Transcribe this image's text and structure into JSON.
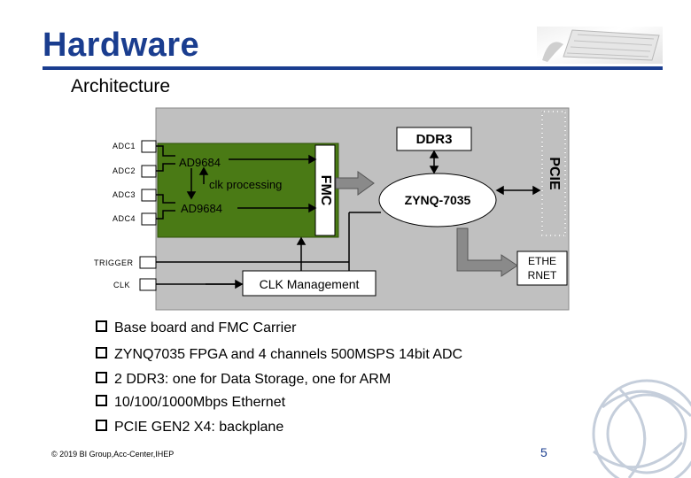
{
  "slide": {
    "title": "Hardware",
    "subtitle": "Architecture",
    "footer": "© 2019 BI Group,Acc-Center,IHEP",
    "page_number": "5"
  },
  "diagram": {
    "adc_labels": [
      "ADC1",
      "ADC2",
      "ADC3",
      "ADC4"
    ],
    "ad_chip_top": "AD9684",
    "ad_chip_bottom": "AD9684",
    "clk_processing": "clk processing",
    "fmc": "FMC",
    "ddr3": "DDR3",
    "zynq": "ZYNQ-7035",
    "pcie": "PCIE",
    "trigger": "TRIGGER",
    "clk": "CLK",
    "clk_management": "CLK Management",
    "ethernet_line1": "ETHE",
    "ethernet_line2": "RNET",
    "colors": {
      "fmc_board": "#4a7a15",
      "panel": "#c0c0c0",
      "title": "#1a3d8f"
    }
  },
  "bullets": [
    "Base board and FMC Carrier",
    "ZYNQ7035 FPGA and 4 channels 500MSPS 14bit ADC",
    "2 DDR3: one for Data Storage, one for ARM",
    "10/100/1000Mbps Ethernet",
    "PCIE GEN2 X4: backplane"
  ]
}
